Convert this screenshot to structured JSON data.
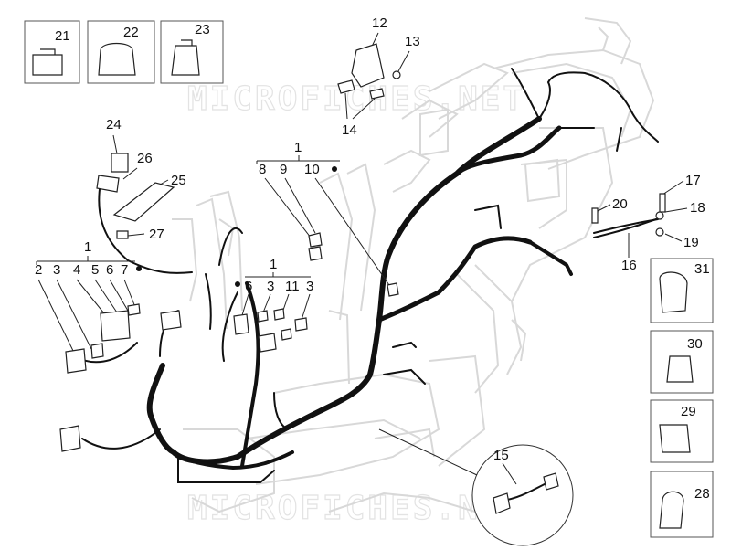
{
  "watermark": "MICROFICHES.NET",
  "callouts": {
    "c21": "21",
    "c22": "22",
    "c23": "23",
    "c12": "12",
    "c13": "13",
    "c14": "14",
    "c24": "24",
    "c26": "26",
    "c25": "25",
    "c27": "27",
    "c1a": "1",
    "c8": "8",
    "c9": "9",
    "c10": "10",
    "c1b": "1",
    "c2": "2",
    "c3a": "3",
    "c4": "4",
    "c5": "5",
    "c6a": "6",
    "c7": "7",
    "c1c": "1",
    "c6b": "6",
    "c3b": "3",
    "c11": "11",
    "c3c": "3",
    "c17": "17",
    "c18": "18",
    "c20": "20",
    "c19": "19",
    "c16": "16",
    "c31": "31",
    "c30": "30",
    "c29": "29",
    "c28": "28",
    "c15": "15"
  }
}
